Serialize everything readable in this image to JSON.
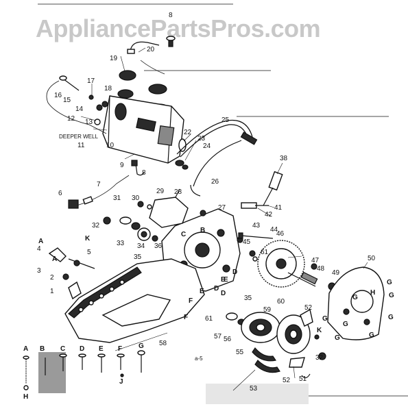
{
  "watermark": "AppliancePartsPros.com",
  "tank_label": "DEEPER WELL",
  "figure_code": "a-5",
  "part_numbers": [
    "1",
    "2",
    "3",
    "4",
    "5",
    "6",
    "7",
    "8",
    "9",
    "10",
    "11",
    "12",
    "13",
    "14",
    "15",
    "16",
    "17",
    "18",
    "19",
    "20",
    "22",
    "23",
    "24",
    "25",
    "26",
    "27",
    "28",
    "29",
    "30",
    "31",
    "32",
    "33",
    "34",
    "35",
    "36",
    "38",
    "41",
    "42",
    "43",
    "44",
    "45",
    "46",
    "47",
    "48",
    "49",
    "50",
    "51",
    "52",
    "53",
    "55",
    "56",
    "57",
    "58",
    "59",
    "60",
    "61"
  ],
  "labels": {
    "n1": "1",
    "n2": "2",
    "n3": "3",
    "n4": "4",
    "n5": "5",
    "n6": "6",
    "n7": "7",
    "n8a": "8",
    "n8b": "8",
    "n9": "9",
    "n10": "10",
    "n11": "11",
    "n12": "12",
    "n13": "13",
    "n14": "14",
    "n15": "15",
    "n16": "16",
    "n17": "17",
    "n18": "18",
    "n19": "19",
    "n20": "20",
    "n22": "22",
    "n23": "23",
    "n24": "24",
    "n25": "25",
    "n26": "26",
    "n27": "27",
    "n28": "28",
    "n29": "29",
    "n30": "30",
    "n31": "31",
    "n32a": "32",
    "n32b": "32",
    "n33": "33",
    "n34": "34",
    "n35a": "35",
    "n35b": "35",
    "n36": "36",
    "n38": "38",
    "n41": "41",
    "n42": "42",
    "n43": "43",
    "n44": "44",
    "n45": "45",
    "n46": "46",
    "n47": "47",
    "n48": "48",
    "n49": "49",
    "n50": "50",
    "n51": "51",
    "n52a": "52",
    "n52b": "52",
    "n53": "53",
    "n55": "55",
    "n56": "56",
    "n57": "57",
    "n58": "58",
    "n59": "59",
    "n60": "60",
    "n61a": "61",
    "n61b": "61"
  },
  "letters": {
    "A1": "A",
    "A2": "A",
    "B1": "B",
    "C1": "C",
    "D1": "D",
    "D2": "D",
    "D3": "D",
    "E1": "E",
    "E2": "E",
    "E3": "E",
    "F1": "F",
    "F2": "F",
    "G1": "G",
    "G2": "G",
    "G3": "G",
    "G4": "G",
    "G5": "G",
    "G6": "G",
    "G7": "G",
    "G8": "G",
    "K1": "K",
    "K2": "K",
    "H1": "H",
    "LA": "A",
    "LB": "B",
    "LC": "C",
    "LD": "D",
    "LE": "E",
    "LF": "F",
    "LG": "G",
    "LH": "H",
    "LJ": "J"
  }
}
